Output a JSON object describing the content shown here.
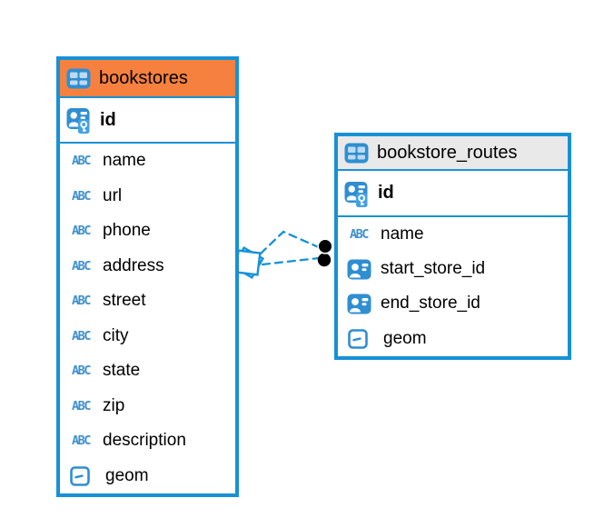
{
  "colors": {
    "accent_blue": "#1791d6",
    "icon_blue": "#2f8ed2",
    "header_orange": "#f6813f",
    "header_gray": "#e9e9e9",
    "text": "#000000",
    "endpoint_black": "#000000",
    "background": "#ffffff"
  },
  "tables": [
    {
      "title": "bookstores",
      "header_color": "#f6813f",
      "primary_key": {
        "label": "id",
        "icon": "primary-key-icon"
      },
      "columns": [
        {
          "label": "name",
          "icon": "text-type-icon"
        },
        {
          "label": "url",
          "icon": "text-type-icon"
        },
        {
          "label": "phone",
          "icon": "text-type-icon"
        },
        {
          "label": "address",
          "icon": "text-type-icon"
        },
        {
          "label": "street",
          "icon": "text-type-icon"
        },
        {
          "label": "city",
          "icon": "text-type-icon"
        },
        {
          "label": "state",
          "icon": "text-type-icon"
        },
        {
          "label": "zip",
          "icon": "text-type-icon"
        },
        {
          "label": "description",
          "icon": "text-type-icon"
        },
        {
          "label": "geom",
          "icon": "geometry-type-icon"
        }
      ]
    },
    {
      "title": "bookstore_routes",
      "header_color": "#e9e9e9",
      "primary_key": {
        "label": "id",
        "icon": "primary-key-icon"
      },
      "columns": [
        {
          "label": "name",
          "icon": "text-type-icon"
        },
        {
          "label": "start_store_id",
          "icon": "foreign-key-icon"
        },
        {
          "label": "end_store_id",
          "icon": "foreign-key-icon"
        },
        {
          "label": "geom",
          "icon": "geometry-type-icon"
        }
      ]
    }
  ],
  "relationships": [
    {
      "from_table": "bookstores",
      "to_table": "bookstore_routes",
      "line_style": "dashed"
    },
    {
      "from_table": "bookstores",
      "to_table": "bookstore_routes",
      "line_style": "dashed"
    }
  ]
}
